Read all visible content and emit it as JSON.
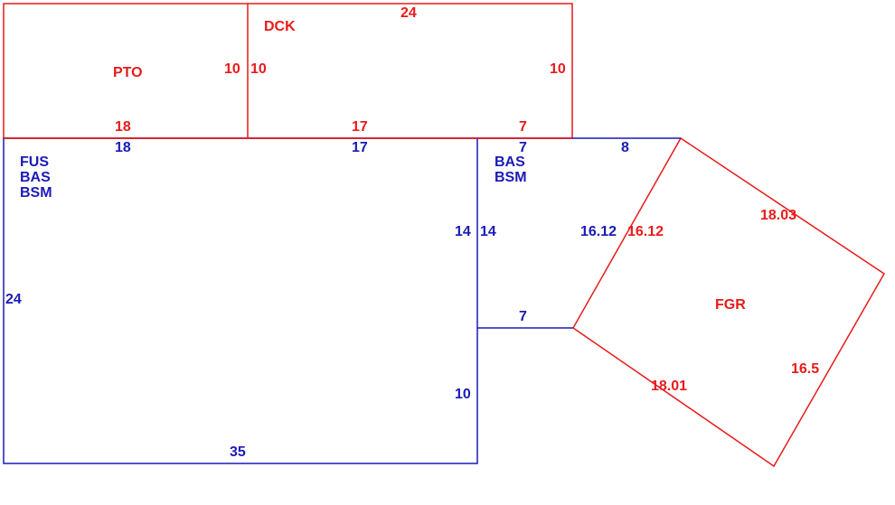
{
  "colors": {
    "red": "#e81b1b",
    "blue": "#1a1ab8"
  },
  "areas": {
    "pto": {
      "name": "PTO"
    },
    "dck": {
      "name": "DCK"
    },
    "fus": {
      "name_lines": [
        "FUS",
        "BAS",
        "BSM"
      ]
    },
    "small": {
      "name_lines": [
        "BAS",
        "BSM"
      ]
    },
    "fgr": {
      "name": "FGR"
    }
  },
  "dimensions": {
    "pto_left_side": "10",
    "pto_bottom": "18",
    "dck_top": "24",
    "dck_left": "10",
    "dck_right": "10",
    "dck_bottom_a": "17",
    "dck_bottom_b": "7",
    "fus_top_a": "18",
    "fus_top_b": "17",
    "fus_left": "24",
    "fus_right_upper": "14",
    "fus_right_lower": "10",
    "fus_bottom": "35",
    "small_top_a": "7",
    "small_top_b": "8",
    "small_left": "14",
    "small_diag": "16.12",
    "small_bottom": "7",
    "fgr_diag": "16.12",
    "fgr_top": "18.03",
    "fgr_right": "16.5",
    "fgr_bottom": "18.01"
  }
}
